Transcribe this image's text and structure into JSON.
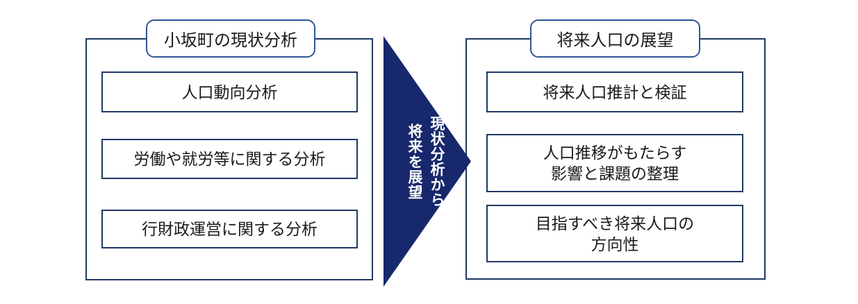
{
  "diagram": {
    "left_panel": {
      "title": "小坂町の現状分析",
      "items": [
        "人口動向分析",
        "労働や就労等に関する分析",
        "行財政運営に関する分析"
      ]
    },
    "arrow": {
      "label_column_1": "現状分析から",
      "label_column_2": "将来を展望"
    },
    "right_panel": {
      "title": "将来人口の展望",
      "items": [
        "将来人口推計と検証",
        "人口推移がもたらす\n影響と課題の整理",
        "目指すべき将来人口の\n方向性"
      ]
    },
    "colors": {
      "box_border": "#1F3864",
      "title_border": "#2F5496",
      "arrow_fill": "#17286C",
      "arrow_text": "#FFFFFF",
      "text": "#1A1A1A",
      "background": "#FFFFFF"
    }
  }
}
